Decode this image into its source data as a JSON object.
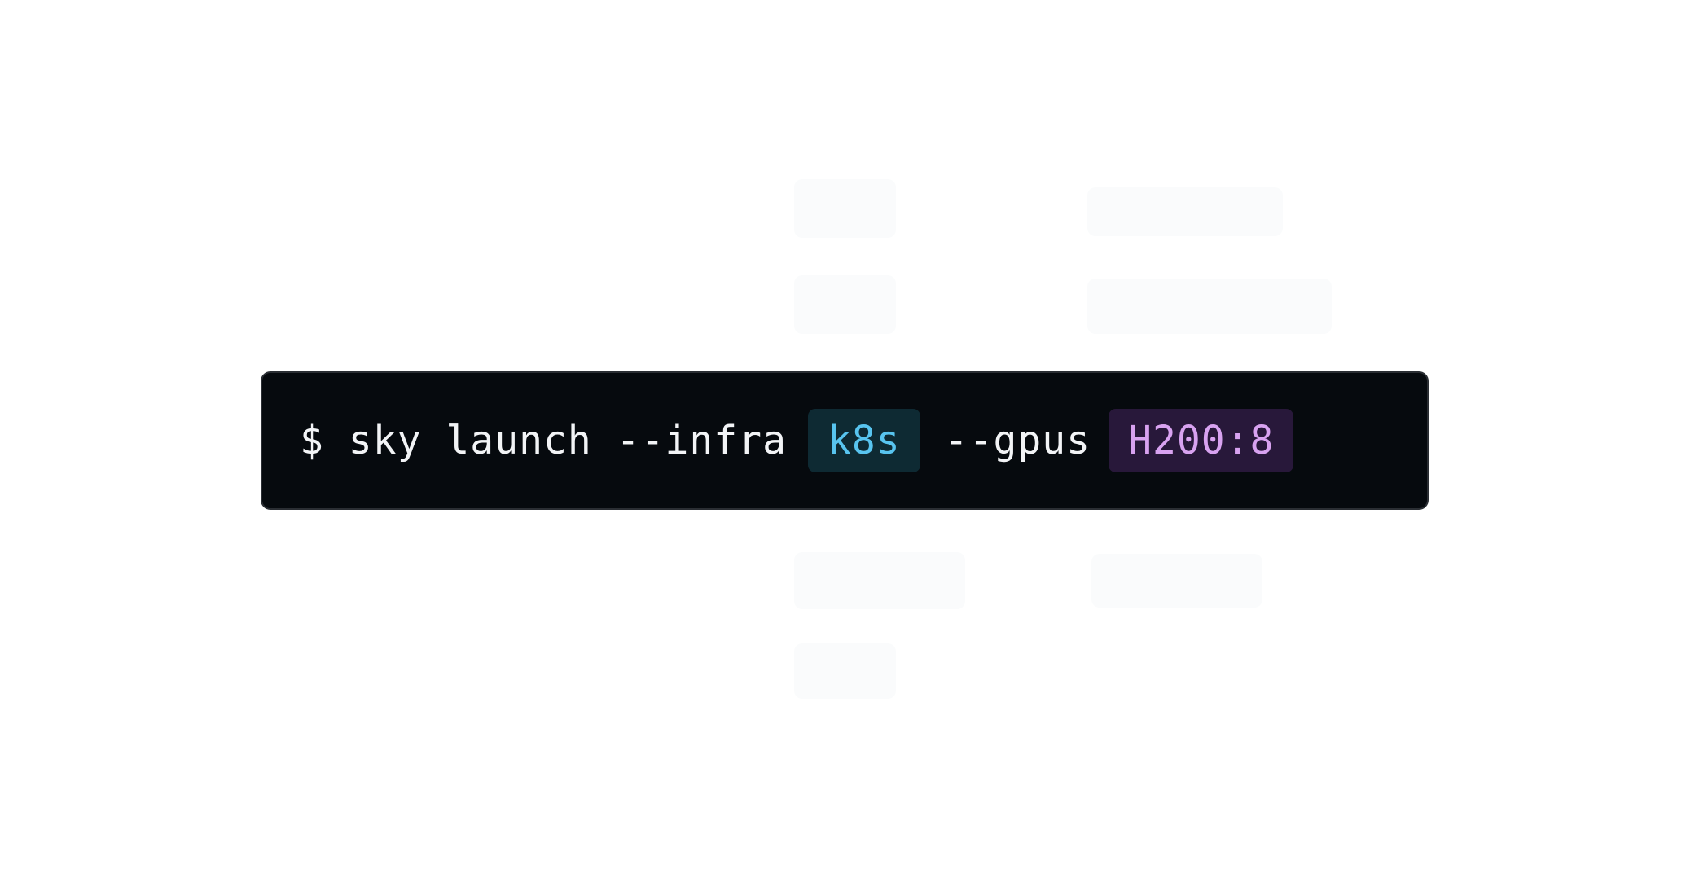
{
  "terminal": {
    "prompt": "$ sky launch --infra",
    "infra_value": "k8s",
    "gpus_flag": "--gpus",
    "gpus_value": "H200:8"
  },
  "colors": {
    "terminal_bg": "#060a0e",
    "infra_chip_bg": "#0e2a33",
    "infra_chip_text": "#58c4ef",
    "gpus_chip_bg": "#28183a",
    "gpus_chip_text": "#d8a2f0"
  }
}
